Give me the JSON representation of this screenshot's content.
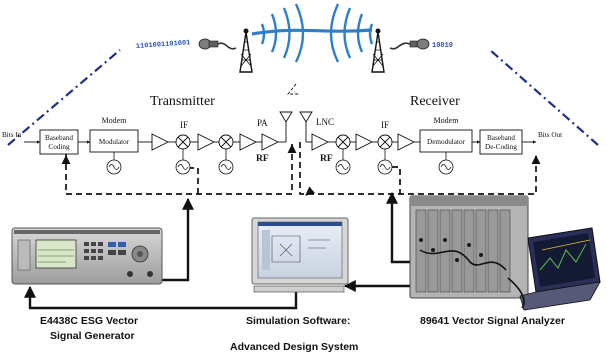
{
  "wireless": {
    "left_bits": "1101001101001",
    "right_bits": "10010",
    "colors": {
      "wave": "#2f7fc7",
      "bits": "#2a55b8",
      "dashdot": "#1c2f8a"
    }
  },
  "transmitter": {
    "title": "Transmitter",
    "bits_in": "Bits In",
    "baseband": [
      "Baseband",
      "Coding"
    ],
    "modem_label": "Modem",
    "modulator": "Modulator",
    "if_label": "IF",
    "pa_label": "PA",
    "rf_label": "RF"
  },
  "receiver": {
    "title": "Receiver",
    "bits_out": "Bits Out",
    "lnc_label": "LNC",
    "rf_label": "RF",
    "if_label": "IF",
    "modem_label": "Modem",
    "demodulator": "Demodulator",
    "baseband": [
      "Baseband",
      "De-Coding"
    ]
  },
  "equipment": {
    "signal_generator": [
      "E4438C ESG Vector",
      "Signal Generator"
    ],
    "software": [
      "Simulation Software:",
      "Advanced Design System"
    ],
    "analyzer": "89641 Vector Signal Analyzer"
  }
}
